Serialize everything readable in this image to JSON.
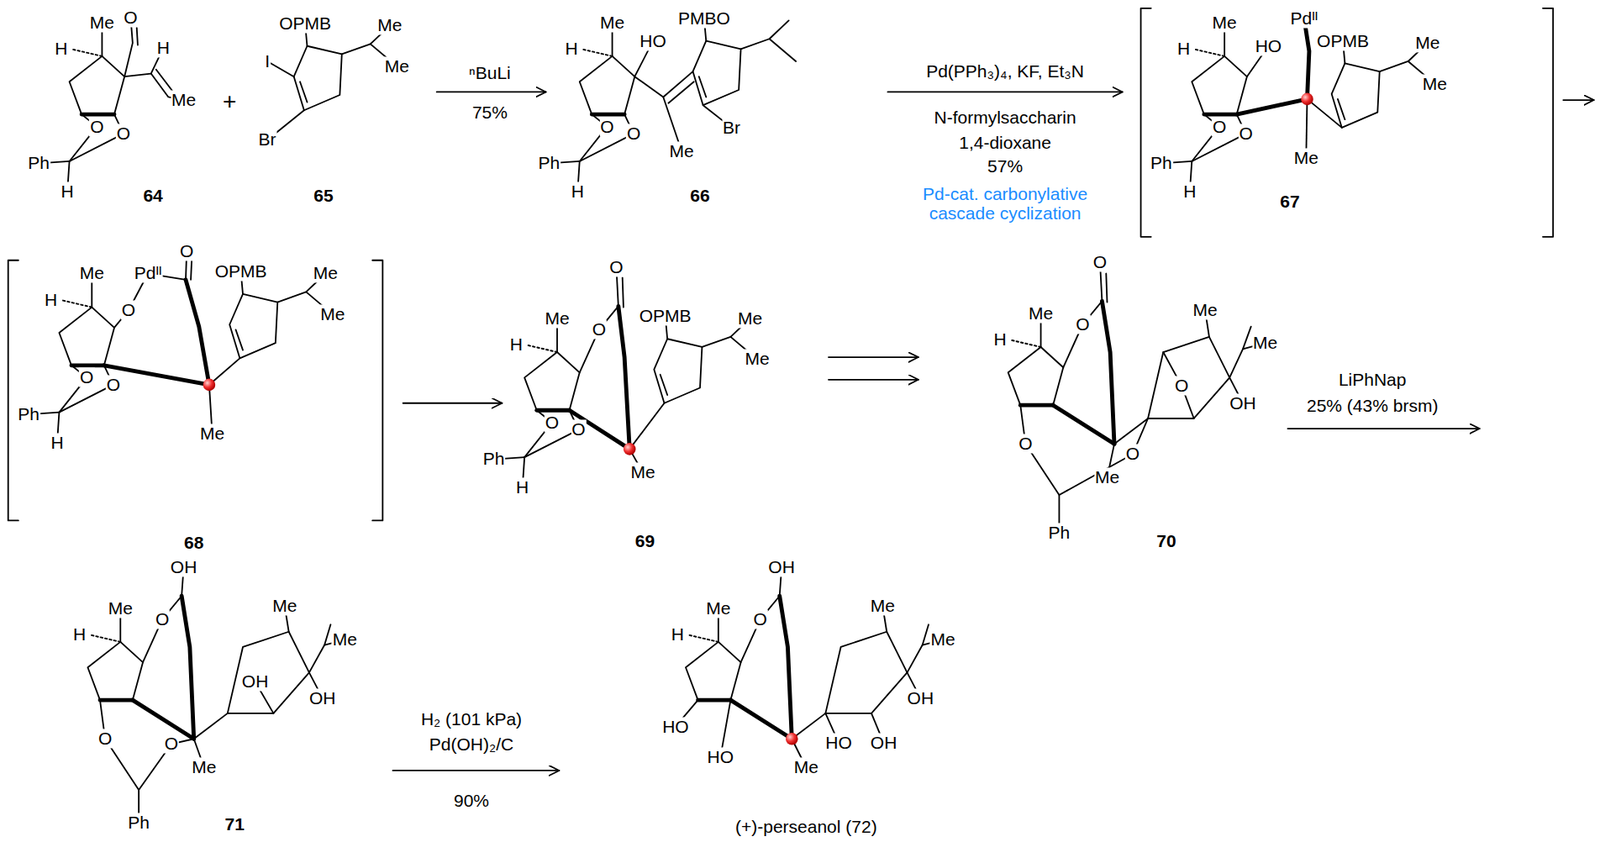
{
  "diagram": {
    "labels": [
      "Me",
      "H",
      "O",
      "H",
      "Me",
      "O",
      "O",
      "Ph",
      "H",
      "64",
      "+",
      "OPMB",
      "I",
      "Me",
      "Me",
      "Br",
      "65",
      "ⁿBuLi",
      "75%",
      "Me",
      "H",
      "HO",
      "PMBO",
      "Br",
      "Me",
      "O",
      "O",
      "Ph",
      "H",
      "66",
      "Pd(PPh₃)₄, KF, Et₃N",
      "N-formylsaccharin",
      "1,4-dioxane",
      "57%",
      "Pd-cat. carbonylative cascade cyclization",
      "Me",
      "H",
      "HO",
      "Pdᴵᴵ",
      "OPMB",
      "Me",
      "Me",
      "O",
      "O",
      "Ph",
      "H",
      "Me",
      "67",
      "Me",
      "H",
      "O",
      "Pdᴵᴵ",
      "O",
      "OPMB",
      "Me",
      "Me",
      "O",
      "O",
      "Ph",
      "H",
      "Me",
      "68",
      "Me",
      "H",
      "O",
      "O",
      "OPMB",
      "Me",
      "Me",
      "O",
      "O",
      "Ph",
      "H",
      "Me",
      "69",
      "Me",
      "H",
      "O",
      "O",
      "Me",
      "Me",
      "O",
      "OH",
      "O",
      "O",
      "Me",
      "Ph",
      "70",
      "LiPhNap",
      "25% (43% brsm)",
      "OH",
      "Me",
      "H",
      "O",
      "Me",
      "Me",
      "OH",
      "OH",
      "O",
      "O",
      "Me",
      "Ph",
      "71",
      "OH",
      "Me",
      "H",
      "O",
      "Me",
      "Me",
      "OH",
      "HO",
      "HO",
      "Me",
      "HO",
      "OH",
      "(+)-perseanol (72)",
      "H₂ (101 kPa)",
      "Pd(OH)₂/C",
      "90%"
    ]
  }
}
